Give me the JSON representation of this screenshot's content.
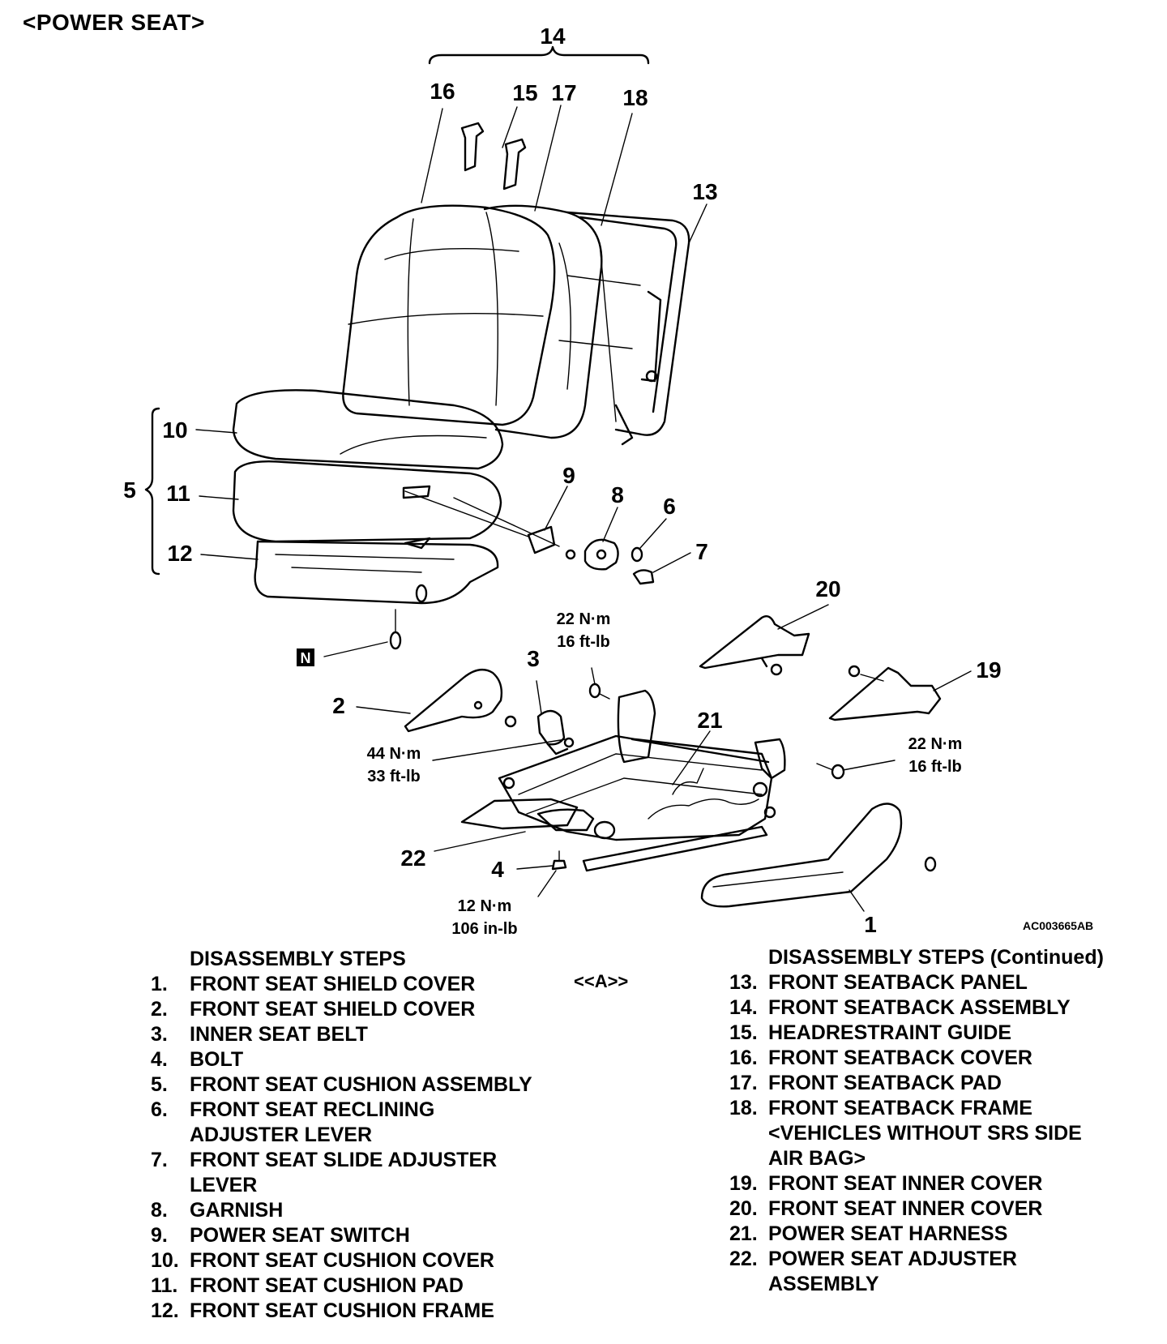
{
  "title": "<POWER SEAT>",
  "figure_id": "AC003665AB",
  "callouts": {
    "c1": "1",
    "c2": "2",
    "c3": "3",
    "c4": "4",
    "c5": "5",
    "c6": "6",
    "c7": "7",
    "c8": "8",
    "c9": "9",
    "c10": "10",
    "c11": "11",
    "c12": "12",
    "c13": "13",
    "c14": "14",
    "c15": "15",
    "c16": "16",
    "c17": "17",
    "c18": "18",
    "c19": "19",
    "c20": "20",
    "c21": "21",
    "c22": "22",
    "n_mark": "N"
  },
  "torques": {
    "t_top_nm": "22 N·m",
    "t_top_ft": "16 ft-lb",
    "t_belt_nm": "44 N·m",
    "t_belt_ft": "33 ft-lb",
    "t_right_nm": "22 N·m",
    "t_right_ft": "16 ft-lb",
    "t_bolt_nm": "12 N·m",
    "t_bolt_in": "106 in-lb"
  },
  "steps_left": {
    "heading": "DISASSEMBLY STEPS",
    "items": [
      {
        "num": "1.",
        "lines": [
          "FRONT SEAT SHIELD COVER"
        ]
      },
      {
        "num": "2.",
        "lines": [
          "FRONT SEAT SHIELD COVER"
        ]
      },
      {
        "num": "3.",
        "lines": [
          "INNER SEAT BELT"
        ]
      },
      {
        "num": "4.",
        "lines": [
          "BOLT"
        ]
      },
      {
        "num": "5.",
        "lines": [
          "FRONT SEAT CUSHION ASSEMBLY"
        ]
      },
      {
        "num": "6.",
        "lines": [
          "FRONT SEAT RECLINING",
          "ADJUSTER LEVER"
        ]
      },
      {
        "num": "7.",
        "lines": [
          "FRONT SEAT SLIDE ADJUSTER",
          "LEVER"
        ]
      },
      {
        "num": "8.",
        "lines": [
          "GARNISH"
        ]
      },
      {
        "num": "9.",
        "lines": [
          "POWER SEAT SWITCH"
        ]
      },
      {
        "num": "10.",
        "lines": [
          "FRONT SEAT CUSHION COVER"
        ]
      },
      {
        "num": "11.",
        "lines": [
          "FRONT SEAT CUSHION PAD"
        ]
      },
      {
        "num": "12.",
        "lines": [
          "FRONT SEAT CUSHION FRAME"
        ]
      }
    ]
  },
  "note_a": "<<A>>",
  "steps_right": {
    "heading": "DISASSEMBLY STEPS (Continued)",
    "items": [
      {
        "num": "13.",
        "lines": [
          "FRONT SEATBACK PANEL"
        ]
      },
      {
        "num": "14.",
        "lines": [
          "FRONT SEATBACK ASSEMBLY"
        ]
      },
      {
        "num": "15.",
        "lines": [
          "HEADRESTRAINT GUIDE"
        ]
      },
      {
        "num": "16.",
        "lines": [
          "FRONT SEATBACK COVER"
        ]
      },
      {
        "num": "17.",
        "lines": [
          "FRONT SEATBACK PAD"
        ]
      },
      {
        "num": "18.",
        "lines": [
          "FRONT SEATBACK FRAME",
          "<VEHICLES WITHOUT SRS SIDE",
          "AIR BAG>"
        ]
      },
      {
        "num": "19.",
        "lines": [
          "FRONT SEAT INNER COVER"
        ]
      },
      {
        "num": "20.",
        "lines": [
          "FRONT SEAT INNER COVER"
        ]
      },
      {
        "num": "21.",
        "lines": [
          "POWER SEAT HARNESS"
        ]
      },
      {
        "num": "22.",
        "lines": [
          "POWER SEAT ADJUSTER",
          "ASSEMBLY"
        ]
      }
    ]
  }
}
